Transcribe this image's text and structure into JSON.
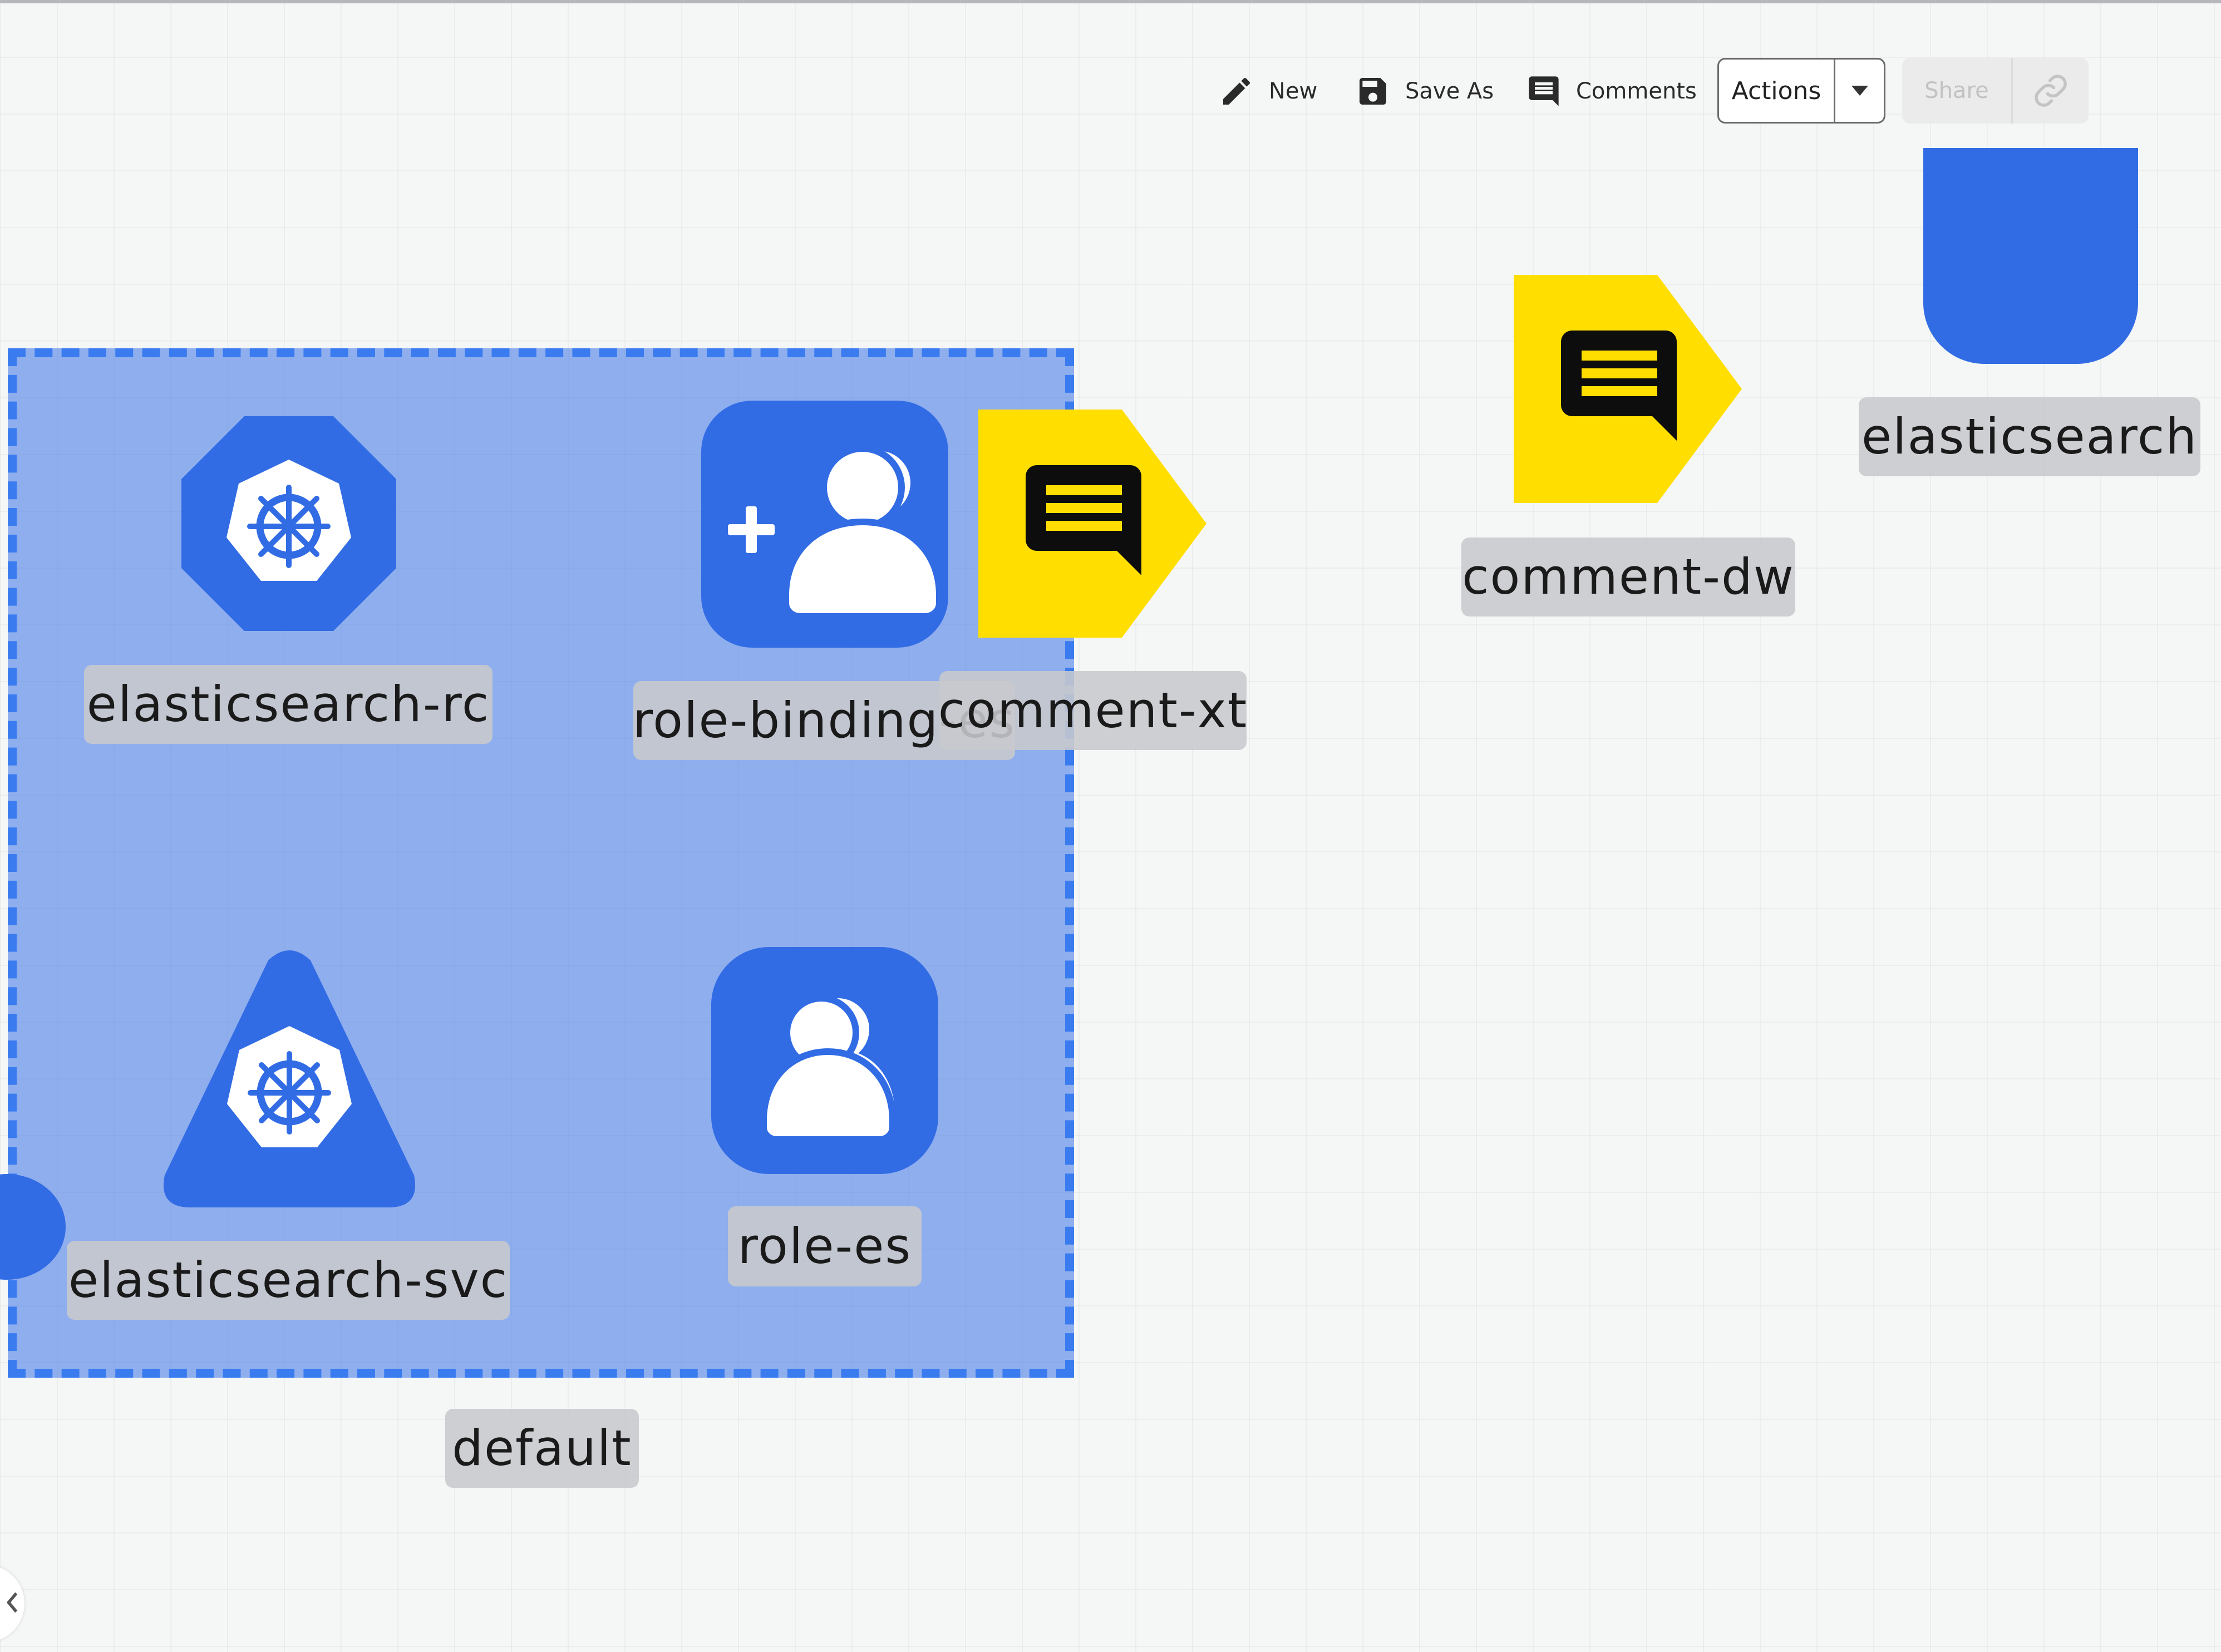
{
  "toolbar": {
    "new_label": "New",
    "save_as_label": "Save As",
    "comments_label": "Comments",
    "actions_label": "Actions",
    "share_label": "Share"
  },
  "canvas": {
    "group_label": "default",
    "nodes": {
      "rc": "elasticsearch-rc",
      "rolebinding": "role-binding-es",
      "comment_xt": "comment-xt",
      "comment_dw": "comment-dw",
      "svc": "elasticsearch-svc",
      "role": "role-es",
      "elasticsearch": "elasticsearch"
    }
  },
  "colors": {
    "accent_blue": "#326ce5",
    "comment_yellow": "#ffde00",
    "group_fill": "rgba(50,108,230,0.52)",
    "group_border": "#3a7cf0"
  },
  "icons": [
    "pencil-icon",
    "save-icon",
    "comment-icon",
    "chevron-down-icon",
    "link-icon",
    "kubernetes-helm-icon",
    "user-plus-icon",
    "users-icon",
    "chevron-left-icon"
  ]
}
